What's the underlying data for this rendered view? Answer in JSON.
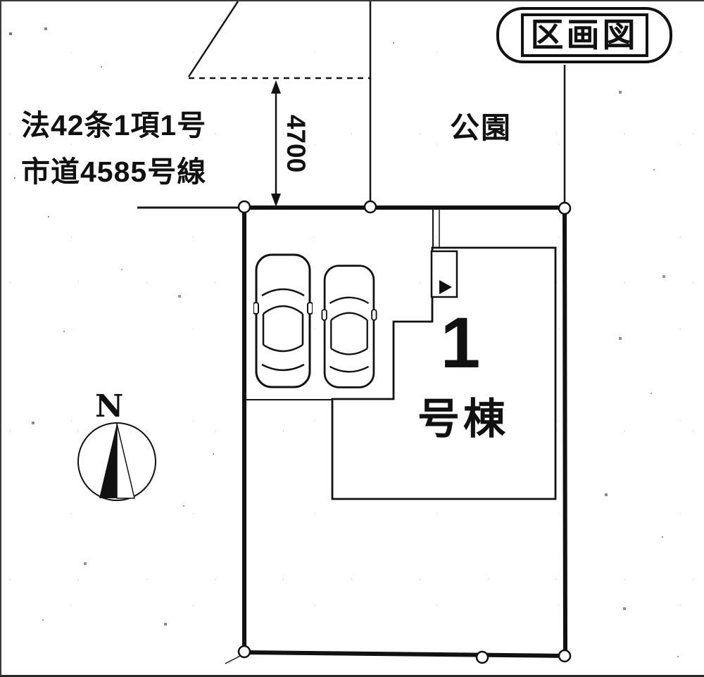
{
  "badge": {
    "title": "区画図"
  },
  "annotations": {
    "road_law": "法42条1項1号",
    "road_name": "市道4585号線",
    "park": "公園",
    "dimension": "4700",
    "north": "N"
  },
  "building": {
    "number": "1",
    "suffix": "号棟"
  },
  "icons": {
    "cars": "car-top-view-icon",
    "compass": "north-compass-icon",
    "entrance": "entrance-arrow-icon",
    "markers": "boundary-marker"
  },
  "colors": {
    "line": "#111111",
    "paper": "#ffffff"
  }
}
